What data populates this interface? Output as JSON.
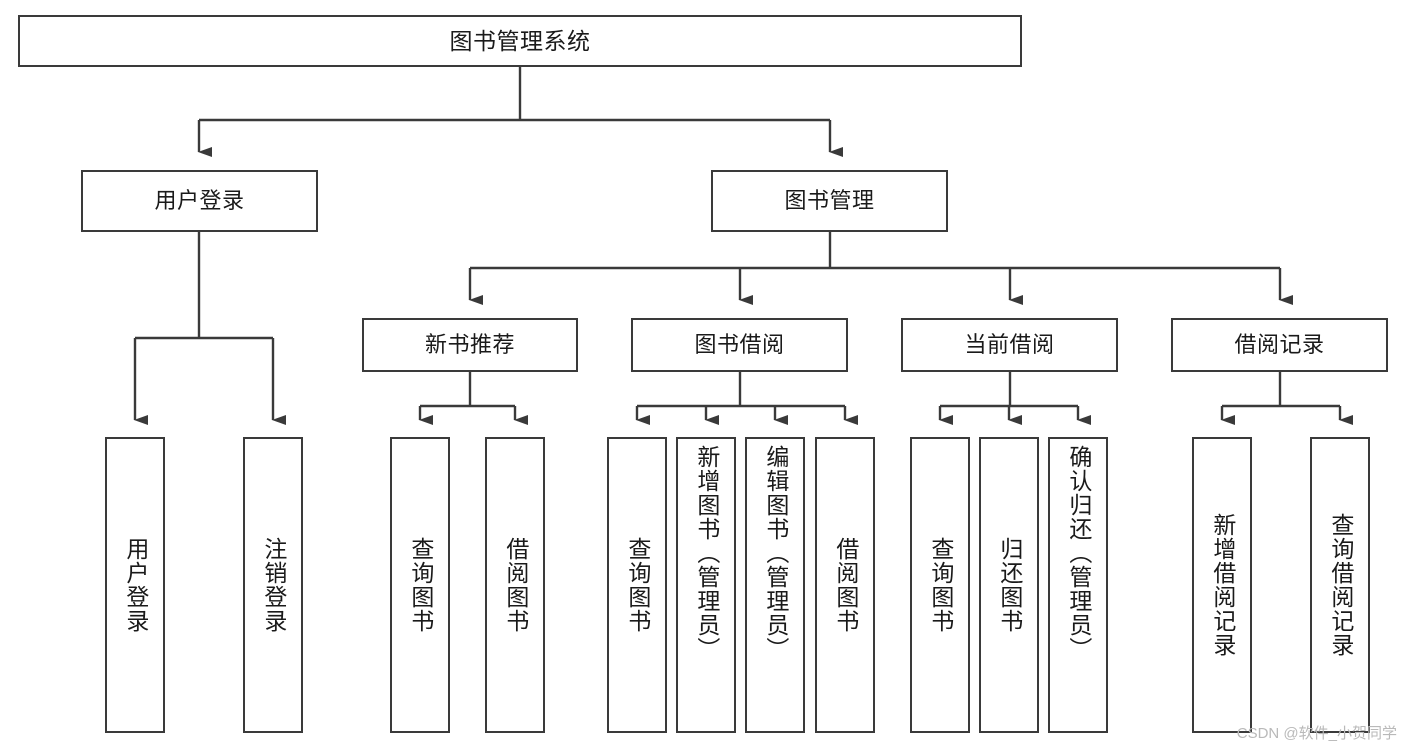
{
  "diagram": {
    "title": "图书管理系统",
    "watermark": "CSDN @软件_小贺同学",
    "line_color": "#3a3a3a",
    "text_color": "#1a1a1a",
    "background": "#ffffff",
    "levels": {
      "root": {
        "label": "图书管理系统"
      },
      "level2": [
        {
          "label": "用户登录"
        },
        {
          "label": "图书管理"
        }
      ],
      "level3": [
        {
          "label": "新书推荐"
        },
        {
          "label": "图书借阅"
        },
        {
          "label": "当前借阅"
        },
        {
          "label": "借阅记录"
        }
      ],
      "leaves": {
        "user_login": [
          {
            "label": "用户登录"
          },
          {
            "label": "注销登录"
          }
        ],
        "new_book_recommend": [
          {
            "label": "查询图书"
          },
          {
            "label": "借阅图书"
          }
        ],
        "book_borrow": [
          {
            "label": "查询图书"
          },
          {
            "label": "新增图书（管理员）"
          },
          {
            "label": "编辑图书（管理员）"
          },
          {
            "label": "借阅图书"
          }
        ],
        "current_borrow": [
          {
            "label": "查询图书"
          },
          {
            "label": "归还图书"
          },
          {
            "label": "确认归还（管理员）"
          }
        ],
        "borrow_record": [
          {
            "label": "新增借阅记录"
          },
          {
            "label": "查询借阅记录"
          }
        ]
      }
    }
  }
}
